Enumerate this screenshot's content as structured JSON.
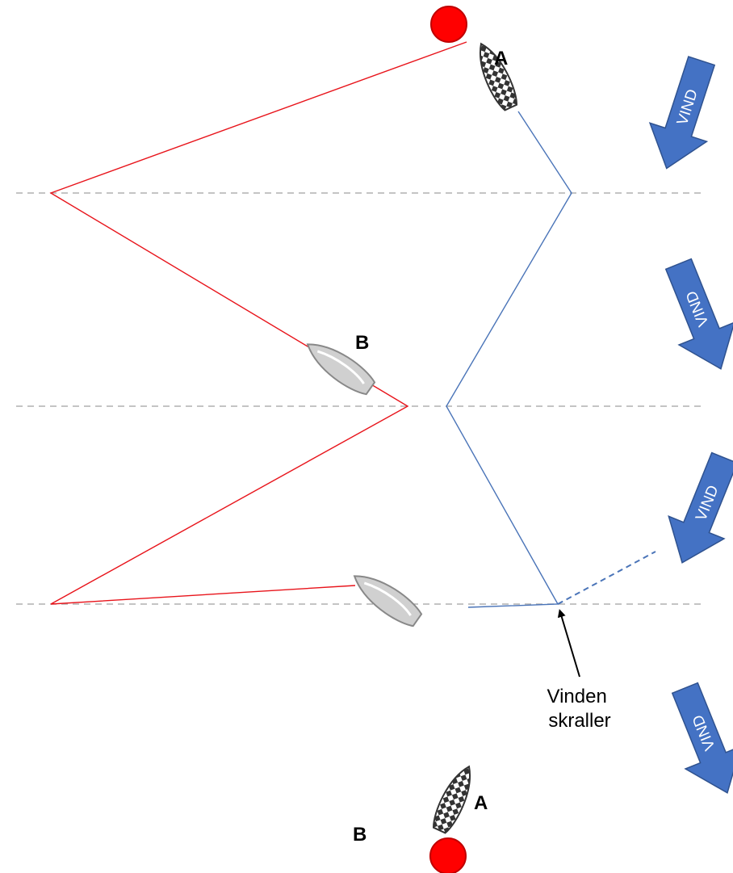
{
  "boats": {
    "a_label": "A",
    "b_label": "B"
  },
  "wind_arrows": [
    {
      "label": "VIND"
    },
    {
      "label": "VIND"
    },
    {
      "label": "VIND"
    },
    {
      "label": "VIND"
    }
  ],
  "annotation": {
    "line1": "Vinden",
    "line2": "skraller"
  },
  "colors": {
    "red_track": "#e8141b",
    "blue_track": "#4a74b8",
    "mark": "#ff0000",
    "wind_arrow": "#4472c4",
    "wind_arrow_outline": "#2f528f",
    "dashed_line": "#b0b0b0"
  }
}
